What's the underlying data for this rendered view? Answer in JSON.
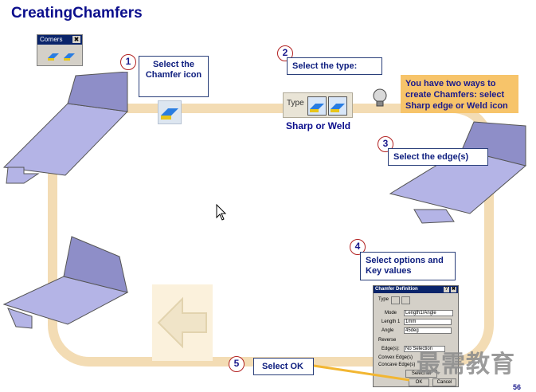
{
  "title": "CreatingChamfers",
  "corners_toolbar": {
    "title": "Corners",
    "close_glyph": "✖"
  },
  "steps": [
    {
      "number": "1",
      "text": "Select the Chamfer icon"
    },
    {
      "number": "2",
      "text": "Select the type:"
    },
    {
      "number": "3",
      "text": "Select the edge(s)"
    },
    {
      "number": "4",
      "text": "Select options and Key values"
    },
    {
      "number": "5",
      "text": "Select OK"
    }
  ],
  "note": "You have two ways to create Chamfers: select Sharp edge or Weld icon",
  "type_strip": {
    "label": "Type",
    "caption": "Sharp or Weld"
  },
  "dialog": {
    "title": "Chamfer Definition",
    "title_buttons": [
      "?",
      "✖"
    ],
    "type_label": "Type",
    "mode_label": "Mode",
    "mode_value": "Length1/Angle",
    "length_label": "Length 1",
    "length_value": "1mm",
    "angle_label": "Angle",
    "angle_value": "45deg",
    "reverse_label": "Reverse",
    "edges_label": "Edge(s):",
    "edges_value": "No Selection",
    "convex_label": "Convex Edge(s)",
    "concave_label": "Concave Edge(s)",
    "select_all_label": "Select all",
    "ok_label": "OK",
    "cancel_label": "Cancel"
  },
  "watermark": "最需教育",
  "page_number": "56",
  "colors": {
    "title": "#0b0e8c",
    "track": "#f3dcb4",
    "note_bg": "#f7c46a",
    "step_circle": "#b22222",
    "sheet": "#b4b4e6"
  }
}
